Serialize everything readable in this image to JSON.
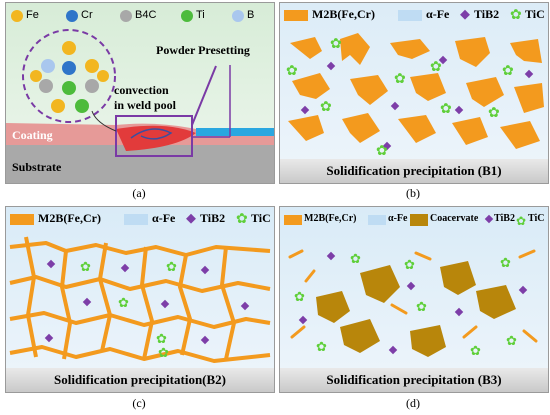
{
  "panel_a": {
    "legend": [
      {
        "label": "Fe",
        "color": "#f2b620"
      },
      {
        "label": "Cr",
        "color": "#2f75c9"
      },
      {
        "label": "B4C",
        "color": "#a8a8a8"
      },
      {
        "label": "Ti",
        "color": "#4dbb3c"
      },
      {
        "label": "B",
        "color": "#a9c7ee"
      }
    ],
    "powder_label": "Powder Presetting",
    "convection_label": "convection\nin weld pool",
    "coating_label": "Coating",
    "substrate_label": "Substrate",
    "caption": "(a)"
  },
  "panel_b": {
    "legend": {
      "m2b": "M2B(Fe,Cr)",
      "afe": "α-Fe",
      "tib2": "TiB2",
      "tic": "TiC"
    },
    "footer": "Solidification precipitation (B1)",
    "caption": "(b)"
  },
  "panel_c": {
    "legend": {
      "m2b": "M2B(Fe,Cr)",
      "afe": "α-Fe",
      "tib2": "TiB2",
      "tic": "TiC"
    },
    "footer": "Solidification precipitation(B2)",
    "caption": "(c)"
  },
  "panel_d": {
    "legend": {
      "m2b": "M2B(Fe,Cr)",
      "afe": "α-Fe",
      "coacervate": "Coacervate",
      "tib2": "TiB2",
      "tic": "TiC"
    },
    "footer": "Solidification precipitation (B3)",
    "caption": "(d)"
  },
  "colors": {
    "m2b": "#f39a1e",
    "tib2": "#7d3ea8",
    "tic": "#5fcf3a",
    "coacervate": "#b8860b",
    "afe": "#bfdcf3"
  }
}
